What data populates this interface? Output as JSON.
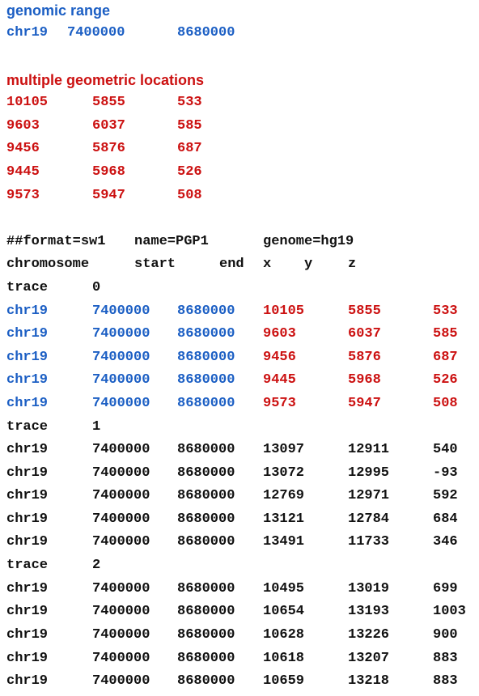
{
  "genomic_range": {
    "title": "genomic range",
    "values": [
      "chr19",
      "7400000",
      "8680000"
    ]
  },
  "geometric": {
    "title": "multiple geometric locations",
    "rows": [
      [
        "10105",
        "5855",
        "533"
      ],
      [
        "9603",
        "6037",
        "585"
      ],
      [
        "9456",
        "5876",
        "687"
      ],
      [
        "9445",
        "5968",
        "526"
      ],
      [
        "9573",
        "5947",
        "508"
      ]
    ]
  },
  "file": {
    "format_line": [
      "##format=sw1",
      "name=PGP1",
      "genome=hg19"
    ],
    "header": [
      "chromosome",
      "start",
      "end",
      "x",
      "y",
      "z"
    ],
    "traces": [
      {
        "label": "trace",
        "id": "0",
        "rows": [
          [
            "chr19",
            "7400000",
            "8680000",
            "10105",
            "5855",
            "533"
          ],
          [
            "chr19",
            "7400000",
            "8680000",
            "9603",
            "6037",
            "585"
          ],
          [
            "chr19",
            "7400000",
            "8680000",
            "9456",
            "5876",
            "687"
          ],
          [
            "chr19",
            "7400000",
            "8680000",
            "9445",
            "5968",
            "526"
          ],
          [
            "chr19",
            "7400000",
            "8680000",
            "9573",
            "5947",
            "508"
          ]
        ]
      },
      {
        "label": "trace",
        "id": "1",
        "rows": [
          [
            "chr19",
            "7400000",
            "8680000",
            "13097",
            "12911",
            "540"
          ],
          [
            "chr19",
            "7400000",
            "8680000",
            "13072",
            "12995",
            "-93"
          ],
          [
            "chr19",
            "7400000",
            "8680000",
            "12769",
            "12971",
            "592"
          ],
          [
            "chr19",
            "7400000",
            "8680000",
            "13121",
            "12784",
            "684"
          ],
          [
            "chr19",
            "7400000",
            "8680000",
            "13491",
            "11733",
            "346"
          ]
        ]
      },
      {
        "label": "trace",
        "id": "2",
        "rows": [
          [
            "chr19",
            "7400000",
            "8680000",
            "10495",
            "13019",
            "699"
          ],
          [
            "chr19",
            "7400000",
            "8680000",
            "10654",
            "13193",
            "1003"
          ],
          [
            "chr19",
            "7400000",
            "8680000",
            "10628",
            "13226",
            "900"
          ],
          [
            "chr19",
            "7400000",
            "8680000",
            "10618",
            "13207",
            "883"
          ],
          [
            "chr19",
            "7400000",
            "8680000",
            "10659",
            "13218",
            "883"
          ]
        ]
      }
    ]
  },
  "colors": {
    "genomic": "#1c5fc4",
    "geometric": "#cc1111",
    "text": "#111111"
  }
}
